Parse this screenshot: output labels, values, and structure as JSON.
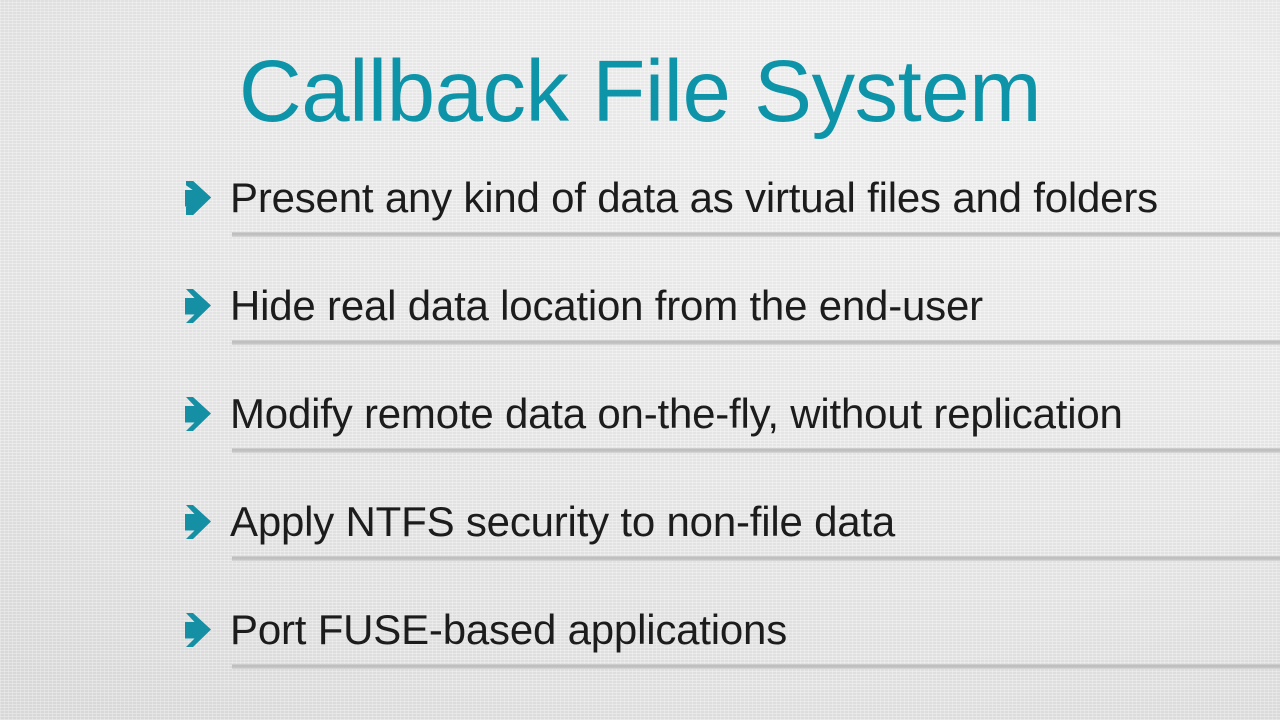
{
  "slide": {
    "title": "Callback File System",
    "title_color": "#0e94a9",
    "background_color": "#e9e9e9",
    "accent_color": "#148ea3",
    "text_color": "#1c1c1c",
    "divider_color": "#bcbcbc",
    "bullets": [
      {
        "icon": "arrow-right-icon",
        "text": "Present any kind of data as virtual files and folders"
      },
      {
        "icon": "arrow-right-icon",
        "text": "Hide real data location from the end-user"
      },
      {
        "icon": "arrow-right-icon",
        "text": "Modify remote data on-the-fly, without replication"
      },
      {
        "icon": "arrow-right-icon",
        "text": "Apply NTFS security to non-file data"
      },
      {
        "icon": "arrow-right-icon",
        "text": "Port FUSE-based applications"
      }
    ]
  }
}
